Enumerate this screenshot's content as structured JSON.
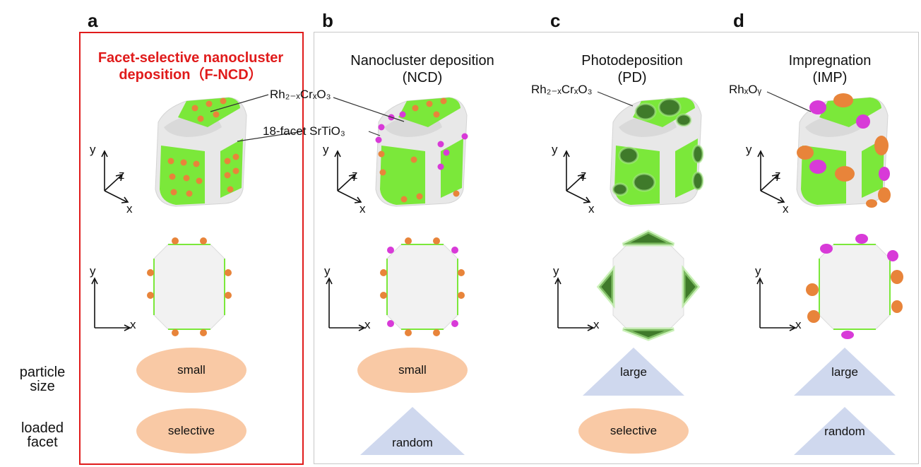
{
  "panels": [
    {
      "letter": "a",
      "title_line1": "Facet-selective nanocluster",
      "title_line2": "deposition（F-NCD）",
      "size": "small",
      "facet": "selective"
    },
    {
      "letter": "b",
      "title_line1": "Nanocluster deposition",
      "title_line2": "(NCD)",
      "size": "small",
      "facet": "random"
    },
    {
      "letter": "c",
      "title_line1": "Photodeposition",
      "title_line2": "(PD)",
      "size": "large",
      "facet": "selective"
    },
    {
      "letter": "d",
      "title_line1": "Impregnation",
      "title_line2": "(IMP)",
      "size": "large",
      "facet": "random"
    }
  ],
  "row_labels": {
    "size_line1": "particle",
    "size_line2": "size",
    "facet_line1": "loaded",
    "facet_line2": "facet"
  },
  "annotations": {
    "rhcro_a": "Rh₂₋ₓCrₓO₃",
    "srtio3": "18-facet SrTiO₃",
    "rhcro_c": "Rh₂₋ₓCrₓO₃",
    "rhoxy_d": "RhₓOᵧ"
  },
  "axes": {
    "x": "x",
    "y": "y",
    "z": "z"
  },
  "colors": {
    "highlight": "#e01b1b",
    "facet_green": "#7be83a",
    "crystal_gray": "#e6e6e6",
    "cluster_orange": "#e8843a",
    "cluster_magenta": "#d83ad8",
    "cluster_darkgreen": "#3f7a2a",
    "ellipse": "#f9c9a5",
    "triangle": "#cfd8ee"
  }
}
